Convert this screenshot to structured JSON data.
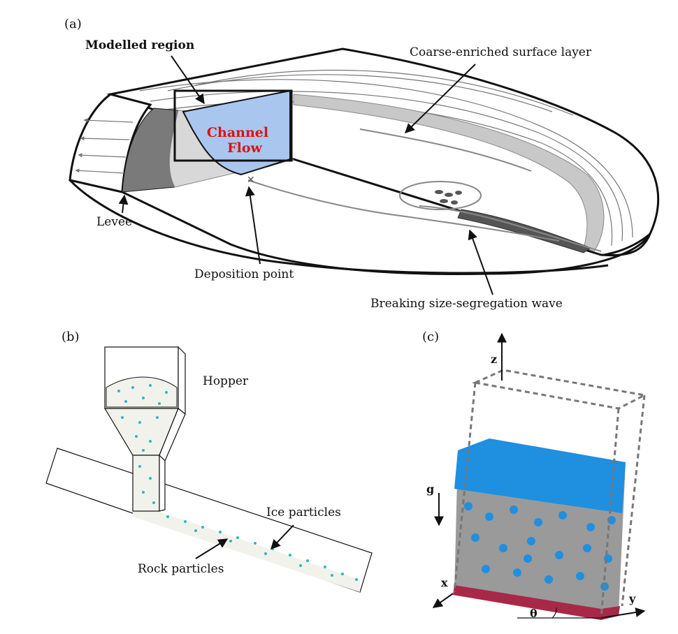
{
  "panel_a": {
    "tag": "(a)",
    "modelled_region": "Modelled region",
    "channel": "Channel",
    "flow": "Flow",
    "coarse_layer": "Coarse-enriched surface layer",
    "levee": "Levee",
    "deposition_point": "Deposition point",
    "breaking_wave": "Breaking size-segregation wave"
  },
  "panel_b": {
    "tag": "(b)",
    "hopper": "Hopper",
    "ice_particles": "Ice particles",
    "rock_particles": "Rock particles"
  },
  "panel_c": {
    "tag": "(c)",
    "axis_z": "z",
    "axis_x": "x",
    "axis_y": "y",
    "gravity": "g",
    "theta": "θ"
  },
  "colors": {
    "channel_fill": "#a9c6ef",
    "channel_text": "#e01010",
    "ice_dot": "#2bb6c6",
    "blue_particle": "#1f8fe0",
    "grey_particle": "#9a9a9a",
    "red_particle": "#a82848"
  }
}
